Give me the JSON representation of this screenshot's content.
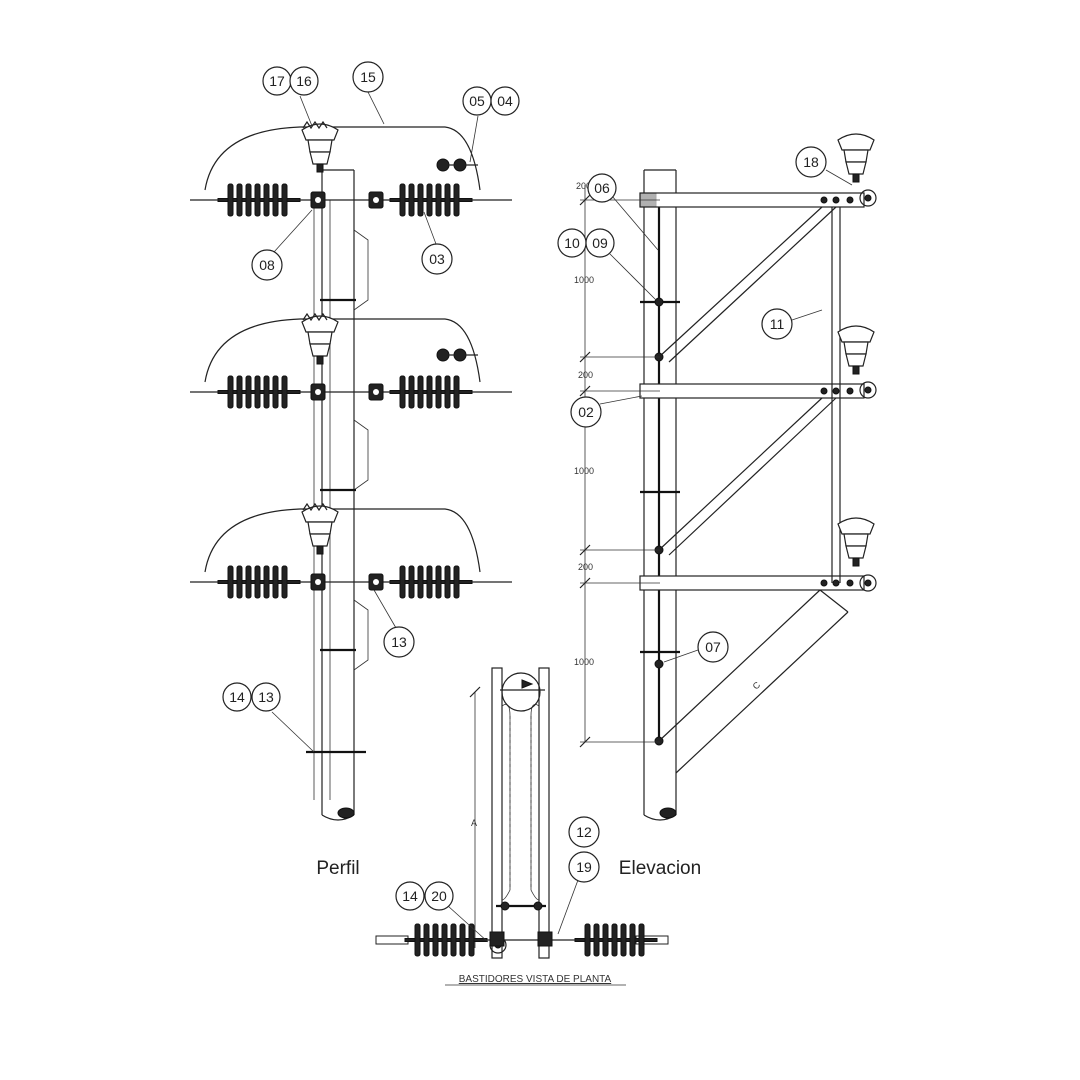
{
  "views": {
    "profile_title": "Perfil",
    "elevation_title": "Elevacion",
    "plan_title": "BASTIDORES VISTA DE PLANTA"
  },
  "callouts": {
    "c17": "17",
    "c16": "16",
    "c15": "15",
    "c05": "05",
    "c04": "04",
    "c08": "08",
    "c03": "03",
    "c13": "13",
    "c14a": "14",
    "c13b": "13",
    "c18": "18",
    "c06": "06",
    "c10": "10",
    "c09": "09",
    "c11": "11",
    "c02": "02",
    "c07": "07",
    "c12": "12",
    "c19": "19",
    "c14b": "14",
    "c20": "20"
  },
  "dimensions": {
    "d200a": "200",
    "d1000a": "1000",
    "d200b": "200",
    "d1000b": "1000",
    "d200c": "200",
    "d1000c": "1000",
    "dim_a": "A",
    "dim_c": "C"
  },
  "colors": {
    "line": "#222222",
    "background": "#ffffff"
  }
}
